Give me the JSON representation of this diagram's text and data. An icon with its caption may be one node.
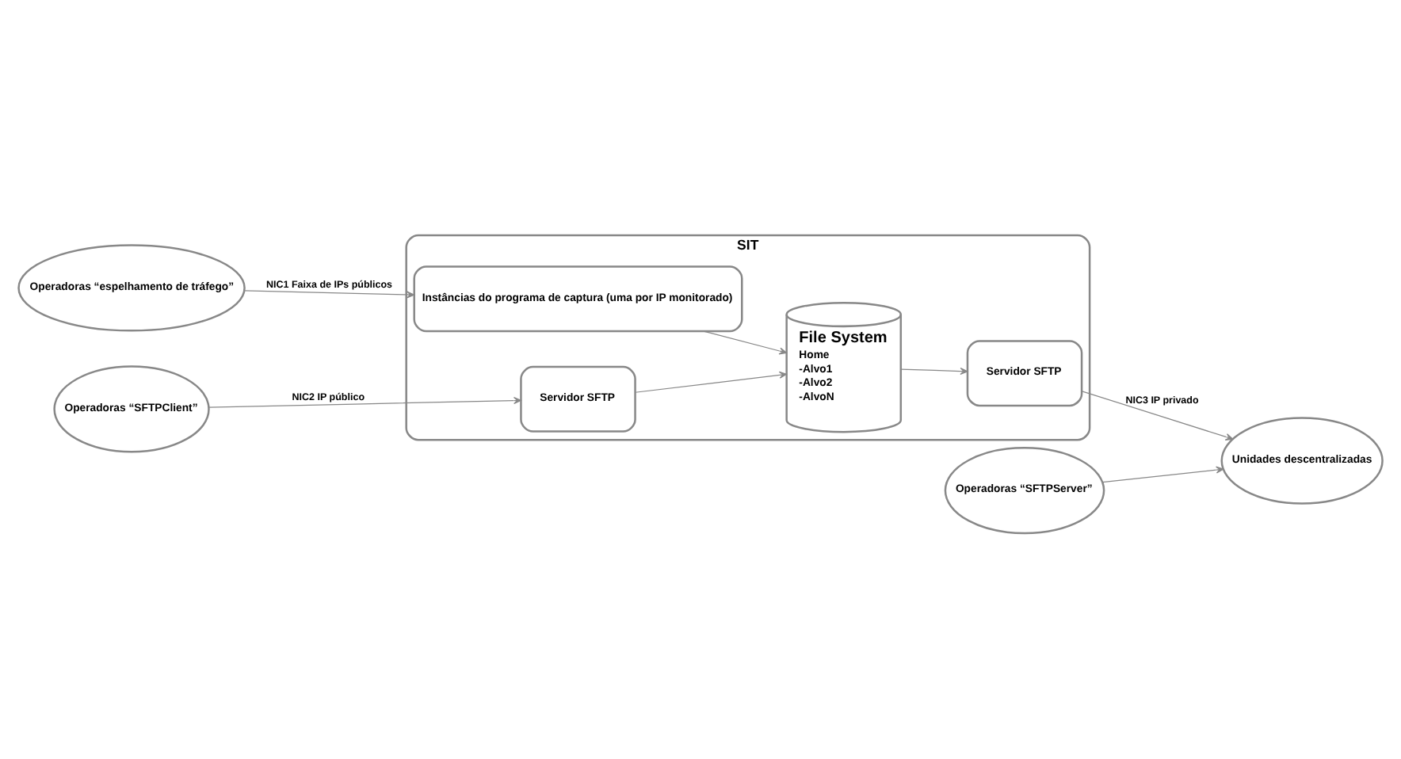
{
  "diagram": {
    "nodes": [
      {
        "text": [
          "Operadoras “espelhamento de tráfego”"
        ]
      },
      {
        "text": [
          "Operadoras “SFTPClient”"
        ]
      },
      {
        "text": [
          "Operadoras “SFTPServer”"
        ]
      },
      {
        "text": [
          "SIT"
        ]
      },
      {
        "text": [
          "Instâncias do programa de captura (uma por IP monitorado)"
        ],
        "in": 3
      },
      {
        "text": [
          "Servidor SFTP"
        ],
        "in": 3
      },
      {
        "text": [
          "Servidor SFTP"
        ],
        "in": 3
      },
      {
        "text": [
          "File System",
          "Home",
          "-Alvo1",
          "-Alvo2",
          "-AlvoN"
        ],
        "in": 3
      },
      {
        "text": [
          "Unidades descentralizadas"
        ]
      }
    ],
    "edges": [
      {
        "from": 0,
        "to": 4,
        "arrow": "to",
        "label": "NIC1 Faixa de IPs públicos"
      },
      {
        "from": 1,
        "to": 6,
        "arrow": "to",
        "label": "NIC2 IP público"
      },
      {
        "from": 4,
        "to": 7,
        "arrow": "to"
      },
      {
        "from": 6,
        "to": 7,
        "arrow": "to"
      },
      {
        "from": 7,
        "to": 5,
        "arrow": "to"
      },
      {
        "from": 5,
        "to": 8,
        "arrow": "to",
        "label": "NIC3 IP privado"
      },
      {
        "from": 2,
        "to": 8,
        "arrow": "to"
      }
    ]
  }
}
